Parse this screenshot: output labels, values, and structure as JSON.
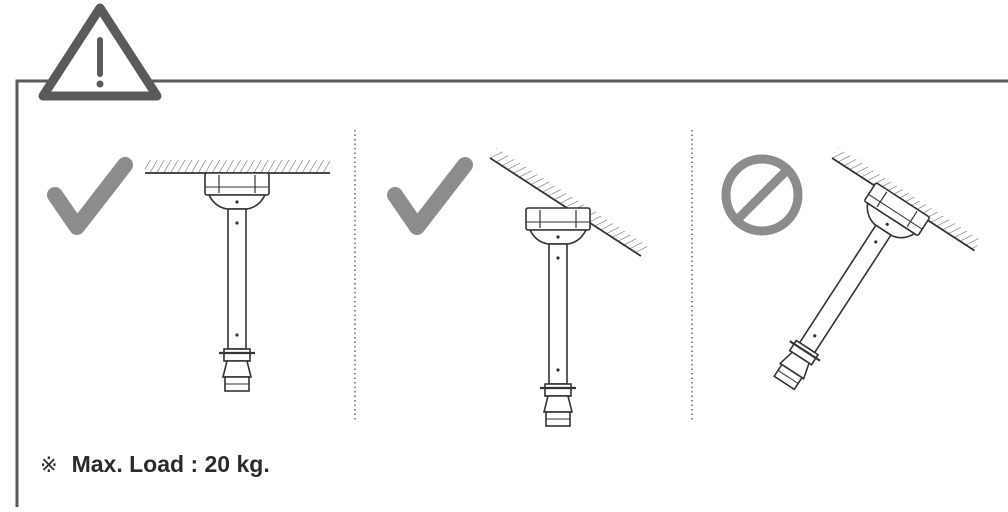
{
  "warning": {
    "icon": "warning-triangle-icon"
  },
  "panels": [
    {
      "status": "allowed",
      "status_icon": "check-mark-icon",
      "orientation": "vertical, flat ceiling"
    },
    {
      "status": "allowed",
      "status_icon": "check-mark-icon",
      "orientation": "vertical, sloped ceiling"
    },
    {
      "status": "not-allowed",
      "status_icon": "prohibited-icon",
      "orientation": "tilted, sloped ceiling"
    }
  ],
  "note": {
    "symbol": "※",
    "text": "Max. Load : 20 kg."
  },
  "colors": {
    "frame": "#5a5a5a",
    "icon": "#8c8c8c",
    "line": "#333333"
  }
}
